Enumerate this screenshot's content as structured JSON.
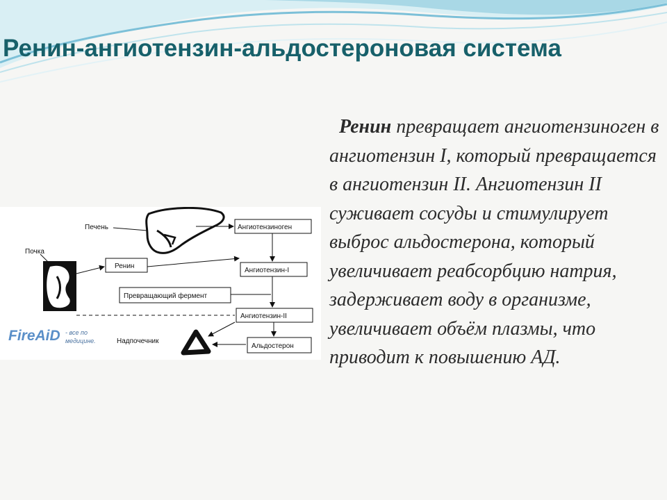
{
  "slide": {
    "title": "Ренин-ангиотензин-альдостероновая система",
    "text": {
      "lead_bold": "Ренин",
      "body": " превращает ангиотензиноген в ангиотензин I, который превращается в ангиотензин II. Ангиотензин II суживает сосуды и стимулирует выброс альдостерона, который увеличивает реабсорбцию натрия, задерживает воду в организме, увеличивает объём плазмы, что приводит к повышению АД."
    }
  },
  "diagram": {
    "organs": {
      "liver": "Печень",
      "kidney": "Почка",
      "adrenal": "Надпочечник"
    },
    "boxes": {
      "renin": "Ренин",
      "ace": "Превращающий фермент",
      "angiotensinogen": "Ангиотензиноген",
      "angiotensin1": "Ангиотензин-I",
      "angiotensin2": "Ангиотензин-II",
      "aldosterone": "Альдостерон"
    },
    "watermark": {
      "brand": "FireAiD",
      "tagline_1": "- все по",
      "tagline_2": "медицине."
    }
  },
  "colors": {
    "title": "#17606a",
    "text": "#2b2b2b",
    "wave_dark": "#4fa8c9",
    "wave_light": "#bfe3ec"
  }
}
